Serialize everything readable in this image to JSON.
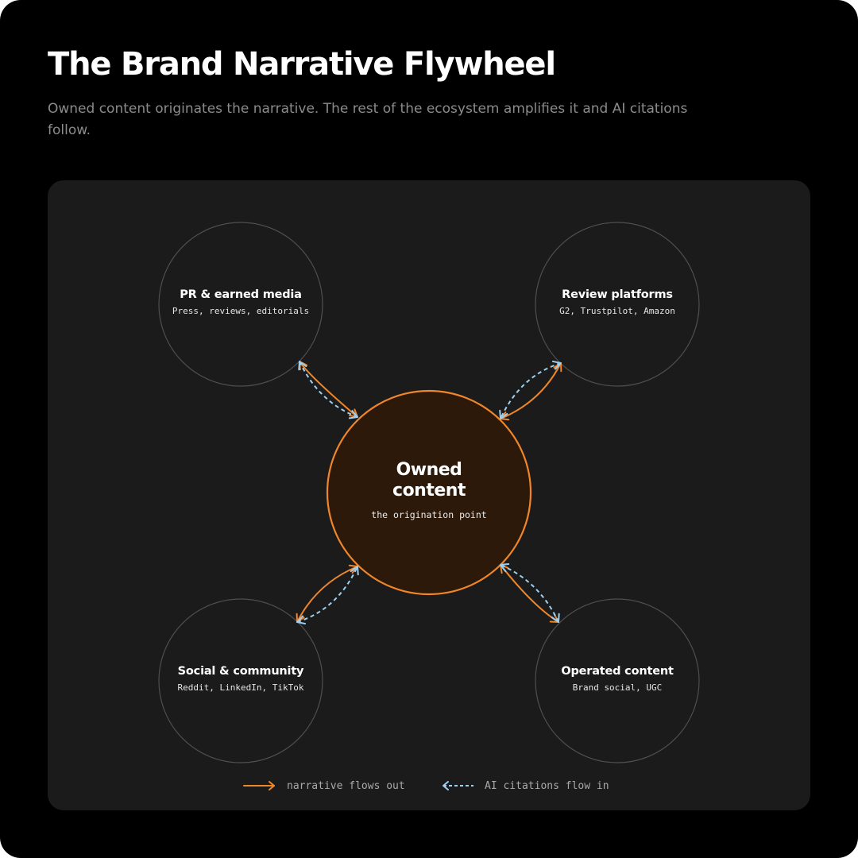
{
  "header": {
    "title": "The Brand Narrative Flywheel",
    "subtitle": "Owned content originates the narrative. The rest of the ecosystem amplifies it and AI citations follow."
  },
  "diagram": {
    "center": {
      "title": "Owned content",
      "subtitle": "the origination point"
    },
    "nodes": [
      {
        "title": "PR & earned media",
        "subtitle": "Press, reviews, editorials"
      },
      {
        "title": "Review platforms",
        "subtitle": "G2, Trustpilot, Amazon"
      },
      {
        "title": "Social & community",
        "subtitle": "Reddit, LinkedIn, TikTok"
      },
      {
        "title": "Operated content",
        "subtitle": "Brand social, UGC"
      }
    ]
  },
  "legend": {
    "outflow_label": "narrative flows out",
    "inflow_label": "AI citations flow in"
  },
  "colors": {
    "background": "#000000",
    "panel": "#1b1b1b",
    "accent_orange": "#f0862a",
    "center_fill": "#2c190a",
    "citation_blue": "#9dd0f0",
    "node_border": "#4f4f4f"
  }
}
